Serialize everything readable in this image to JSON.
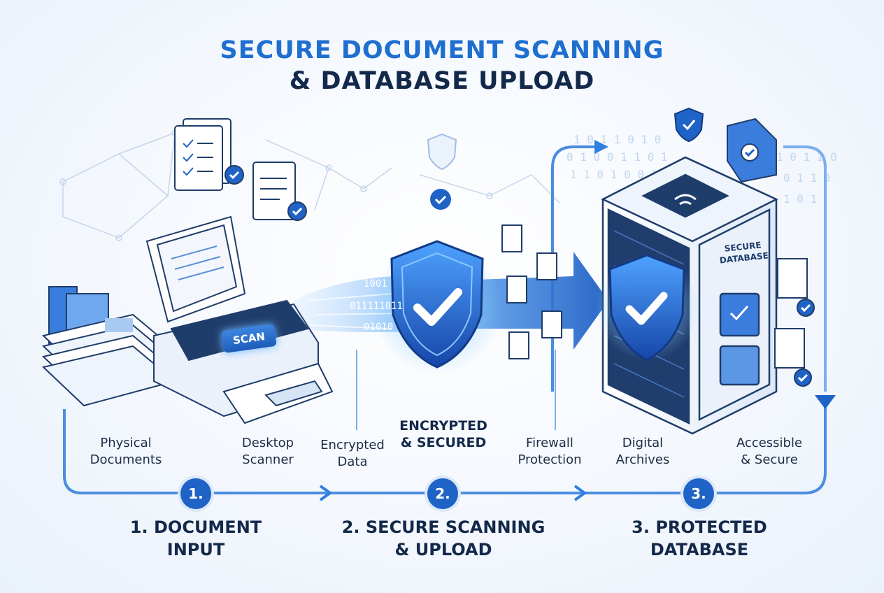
{
  "title": {
    "line1": "SECURE DOCUMENT SCANNING",
    "line2": "& DATABASE UPLOAD"
  },
  "labels": {
    "physical_documents": "Physical\nDocuments",
    "desktop_scanner": "Desktop\nScanner",
    "encrypted_data": "Encrypted\nData",
    "encrypted_secured": "ENCRYPTED\n& SECURED",
    "firewall_protection": "Firewall\nProtection",
    "digital_archives": "Digital\nArchives",
    "accessible_secure": "Accessible\n& Secure"
  },
  "scanner": {
    "button_label": "SCAN"
  },
  "database": {
    "label": "SECURE\nDATABASE"
  },
  "data_stream": {
    "bits": [
      "1001",
      "011111011",
      "01010",
      "D10"
    ]
  },
  "steps": [
    {
      "number": "1.",
      "title": "1. DOCUMENT\nINPUT"
    },
    {
      "number": "2.",
      "title": "2. SECURE SCANNING\n& UPLOAD"
    },
    {
      "number": "3.",
      "title": "3. PROTECTED\nDATABASE"
    }
  ],
  "colors": {
    "accent": "#1f6fcf",
    "dark": "#13294b",
    "flow": "#2f7fe0",
    "step_circle": "#1f63c6"
  },
  "icons": [
    "document-check-icon",
    "shield-check-icon",
    "scanner-icon",
    "server-icon",
    "folder-icon",
    "wifi-icon",
    "check-circle-icon",
    "arrow-right-icon",
    "arrow-down-icon"
  ]
}
